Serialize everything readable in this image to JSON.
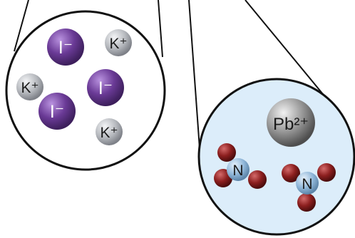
{
  "left_zoom": {
    "ions": [
      {
        "kind": "iodide",
        "label": "I⁻"
      },
      {
        "kind": "potassium",
        "label": "K⁺"
      },
      {
        "kind": "potassium",
        "label": "K⁺"
      },
      {
        "kind": "iodide",
        "label": "I⁻"
      },
      {
        "kind": "iodide",
        "label": "I⁻"
      },
      {
        "kind": "potassium",
        "label": "K⁺"
      }
    ]
  },
  "right_zoom": {
    "lead_ion": {
      "label": "Pb²⁺"
    },
    "nitrate_ions": [
      {
        "center_label": "N"
      },
      {
        "center_label": "N"
      }
    ]
  },
  "colors": {
    "iodide": "#6a3a96",
    "potassium": "#b5b8bd",
    "lead": "#8d8d8d",
    "nitrogen": "#8fb6d8",
    "oxygen": "#8c1f1f",
    "solution_tint": "#dcedfa",
    "outline": "#111111"
  }
}
